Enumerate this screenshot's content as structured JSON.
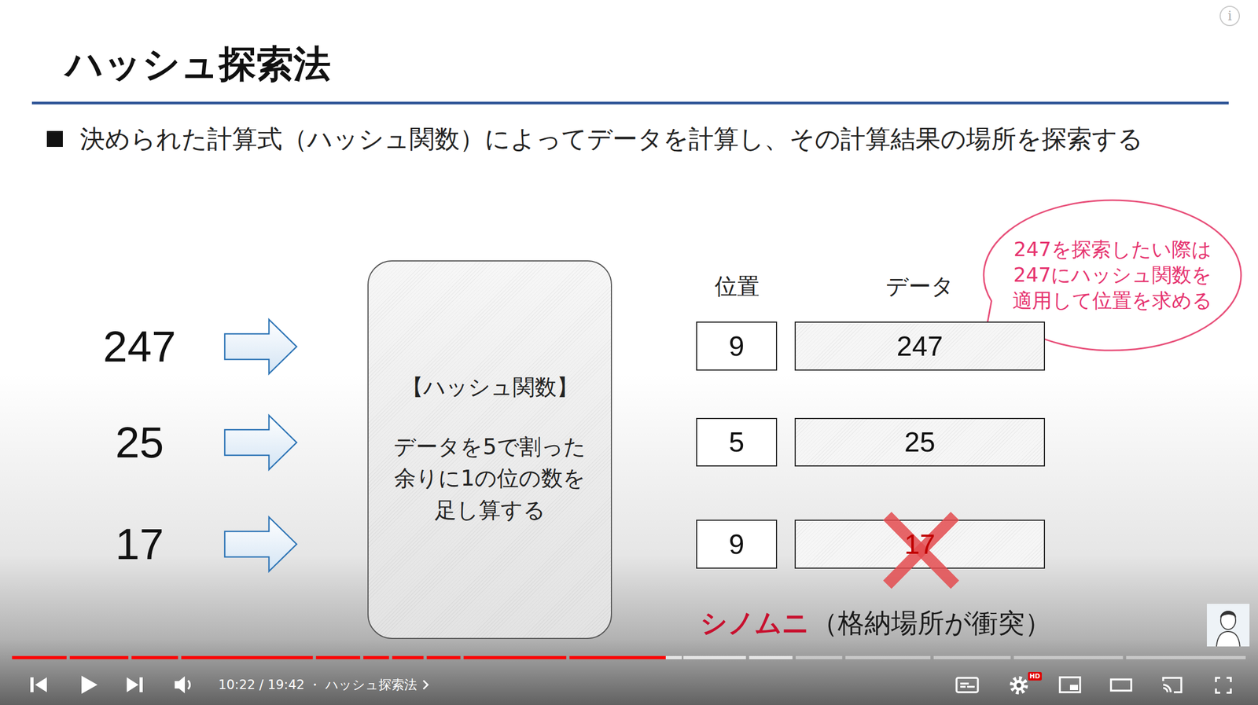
{
  "diagram": {
    "title": "ハッシュ探索法",
    "nodes": [
      {
        "text": [
          "【ハッシュ関数】",
          "データを5で割った 余りに1の位の数を 足し算する"
        ]
      },
      {
        "text": [
          "247を探索したい際は 247にハッシュ関数を 適用して位置を求める"
        ]
      },
      {
        "text": [
          "9"
        ]
      },
      {
        "text": [
          "247"
        ]
      },
      {
        "text": [
          "5"
        ]
      },
      {
        "text": [
          "25"
        ]
      },
      {
        "text": [
          "9"
        ]
      },
      {
        "text": [
          "17"
        ]
      }
    ],
    "labels": [
      "決められた計算式（ハッシュ関数）によってデータを計算し、その計算結果の場所を探索する",
      "247",
      "25",
      "17",
      "位置",
      "データ",
      "シノムニ",
      "（格納場所が衝突）",
      "10:22 / 19:42 ・ ハッシュ探索法",
      "HD",
      "i"
    ]
  }
}
